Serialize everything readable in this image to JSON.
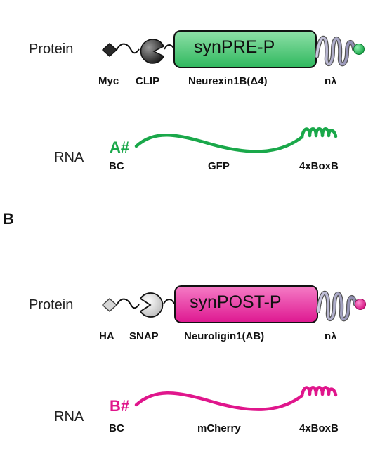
{
  "colors": {
    "green_box": "#3cc46a",
    "green_box_light": "#8fe0a8",
    "green_line": "#1aa84a",
    "pink_box": "#e61f9b",
    "pink_box_light": "#f57cc6",
    "pink_line": "#e0168c",
    "lambda_coil": "#a8a6c6",
    "clip_gray": "#3a3a3a",
    "snap_gray": "#d0d0d0"
  },
  "panel_b": {
    "letter": "B"
  },
  "construct_a": {
    "protein": {
      "row_label": "Protein",
      "box_label": "synPRE-P",
      "parts": [
        "Myc",
        "CLIP",
        "Neurexin1B(Δ4)",
        "nλ"
      ]
    },
    "rna": {
      "row_label": "RNA",
      "barcode_tag": "A#",
      "parts": [
        "BC",
        "GFP",
        "4xBoxB"
      ]
    }
  },
  "construct_b": {
    "protein": {
      "row_label": "Protein",
      "box_label": "synPOST-P",
      "parts": [
        "HA",
        "SNAP",
        "Neuroligin1(AB)",
        "nλ"
      ]
    },
    "rna": {
      "row_label": "RNA",
      "barcode_tag": "B#",
      "parts": [
        "BC",
        "mCherry",
        "4xBoxB"
      ]
    }
  }
}
